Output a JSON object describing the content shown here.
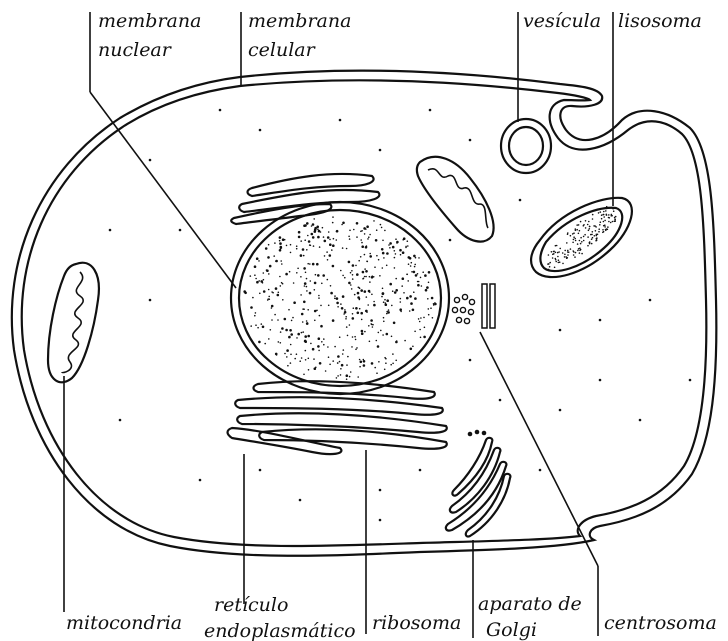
{
  "labels": {
    "membrana_nuclear": [
      "membrana",
      "nuclear"
    ],
    "membrana_celular": [
      "membrana",
      "celular"
    ],
    "vesicula": "vesícula",
    "lisosoma": "lisosoma",
    "mitocondria": "mitocondria",
    "reticulo_endoplasmatico": [
      "retículo",
      "endoplasmático"
    ],
    "ribosoma": "ribosoma",
    "aparato_de_golgi": [
      "aparato de",
      "Golgi"
    ],
    "centrosoma": "centrosoma"
  }
}
